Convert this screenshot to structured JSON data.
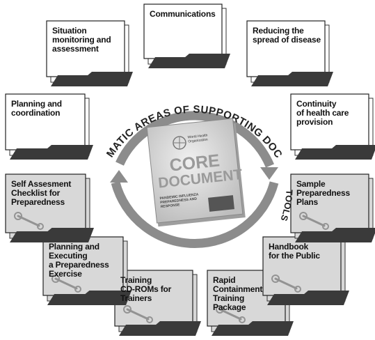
{
  "diagram": {
    "arc_title": "THE THEMATIC AREAS OF SUPPORTING DOCUMENTS",
    "tools_label": "TOOLS",
    "core": {
      "line1": "CORE",
      "line2": "DOCUMENT",
      "subtitle_lines": [
        "PANDEMIC INFLUENZA",
        "PREPAREDNESS AND",
        "RESPONSE"
      ],
      "org_name": "World Health Organization"
    },
    "thematic_areas": [
      {
        "id": "communications",
        "lines": [
          "Communications"
        ]
      },
      {
        "id": "situation",
        "lines": [
          "Situation",
          "monitoring and",
          "assessment"
        ]
      },
      {
        "id": "reducing",
        "lines": [
          "Reducing the",
          "spread of disease"
        ]
      },
      {
        "id": "planning",
        "lines": [
          "Planning and",
          "coordination"
        ]
      },
      {
        "id": "continuity",
        "lines": [
          "Continuity",
          "of health care",
          "provision"
        ]
      }
    ],
    "tools": [
      {
        "id": "self-assessment",
        "lines": [
          "Self Assesment",
          "Checklist for",
          "Preparedness"
        ]
      },
      {
        "id": "sample-plans",
        "lines": [
          "Sample",
          "Preparedness",
          "Plans"
        ]
      },
      {
        "id": "exercise",
        "lines": [
          "Planning and",
          "Executing",
          "a Preparedness",
          "Exercise"
        ]
      },
      {
        "id": "handbook",
        "lines": [
          "Handbook",
          "for the Public"
        ]
      },
      {
        "id": "training-cd",
        "lines": [
          "Training",
          "CD-ROMs for",
          "Trainers"
        ]
      },
      {
        "id": "rapid-containment",
        "lines": [
          "Rapid",
          "Containment",
          "Training",
          "Package"
        ]
      }
    ],
    "colors": {
      "folder_white": "#ffffff",
      "folder_gray": "#d8d8d8",
      "folder_tab": "#3a3a3a",
      "ring": "#8c8c8c",
      "ring_dark": "#555555",
      "core_bg": "#cfcfcf"
    }
  }
}
